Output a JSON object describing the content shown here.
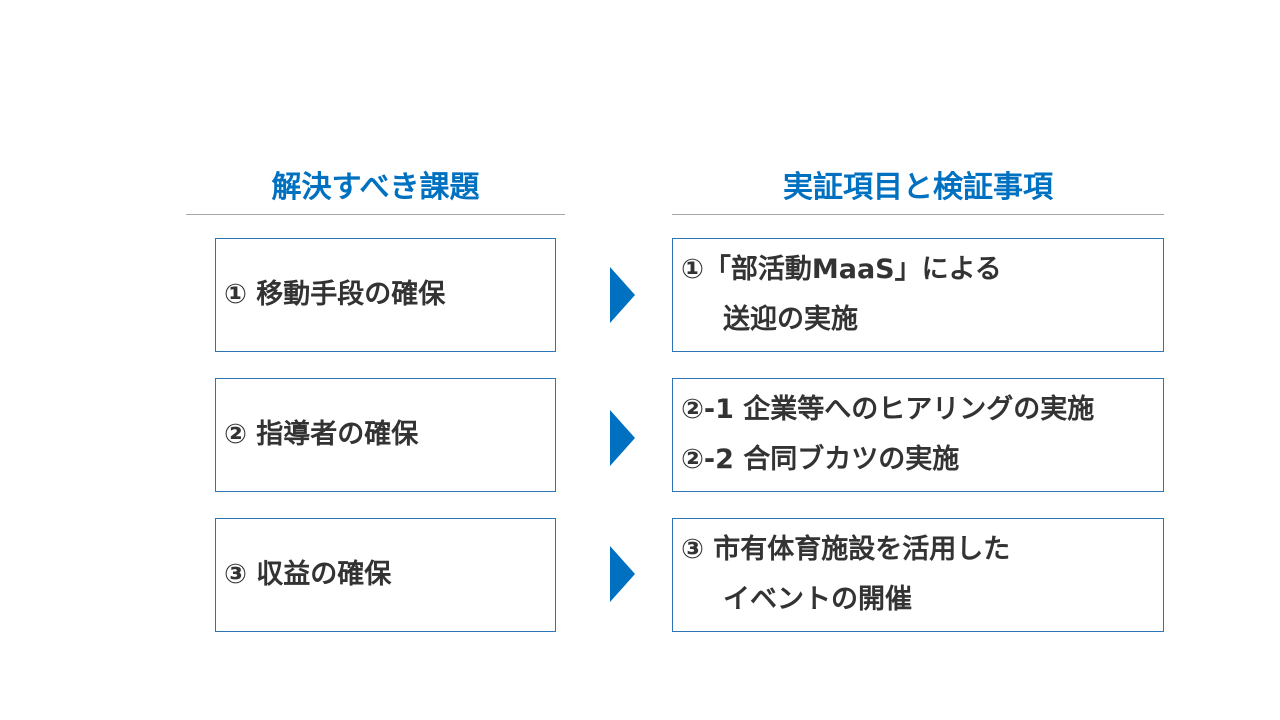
{
  "left_column": {
    "heading": "解決すべき課題",
    "items": [
      "① 移動手段の確保",
      "② 指導者の確保",
      "③ 収益の確保"
    ]
  },
  "right_column": {
    "heading": "実証項目と検証事項",
    "items": [
      {
        "lines": [
          "①「部活動MaaS」による",
          "送迎の実施"
        ]
      },
      {
        "lines": [
          "②-1 企業等へのヒアリングの実施",
          "②-2 合同ブカツの実施"
        ]
      },
      {
        "lines": [
          "③ 市有体育施設を活用した",
          "イベントの開催"
        ]
      }
    ]
  },
  "colors": {
    "heading": "#0070c0",
    "box_border": "#2e75b6",
    "arrow": "#0070c0",
    "text": "#333333",
    "rule": "#a6a6a6"
  }
}
